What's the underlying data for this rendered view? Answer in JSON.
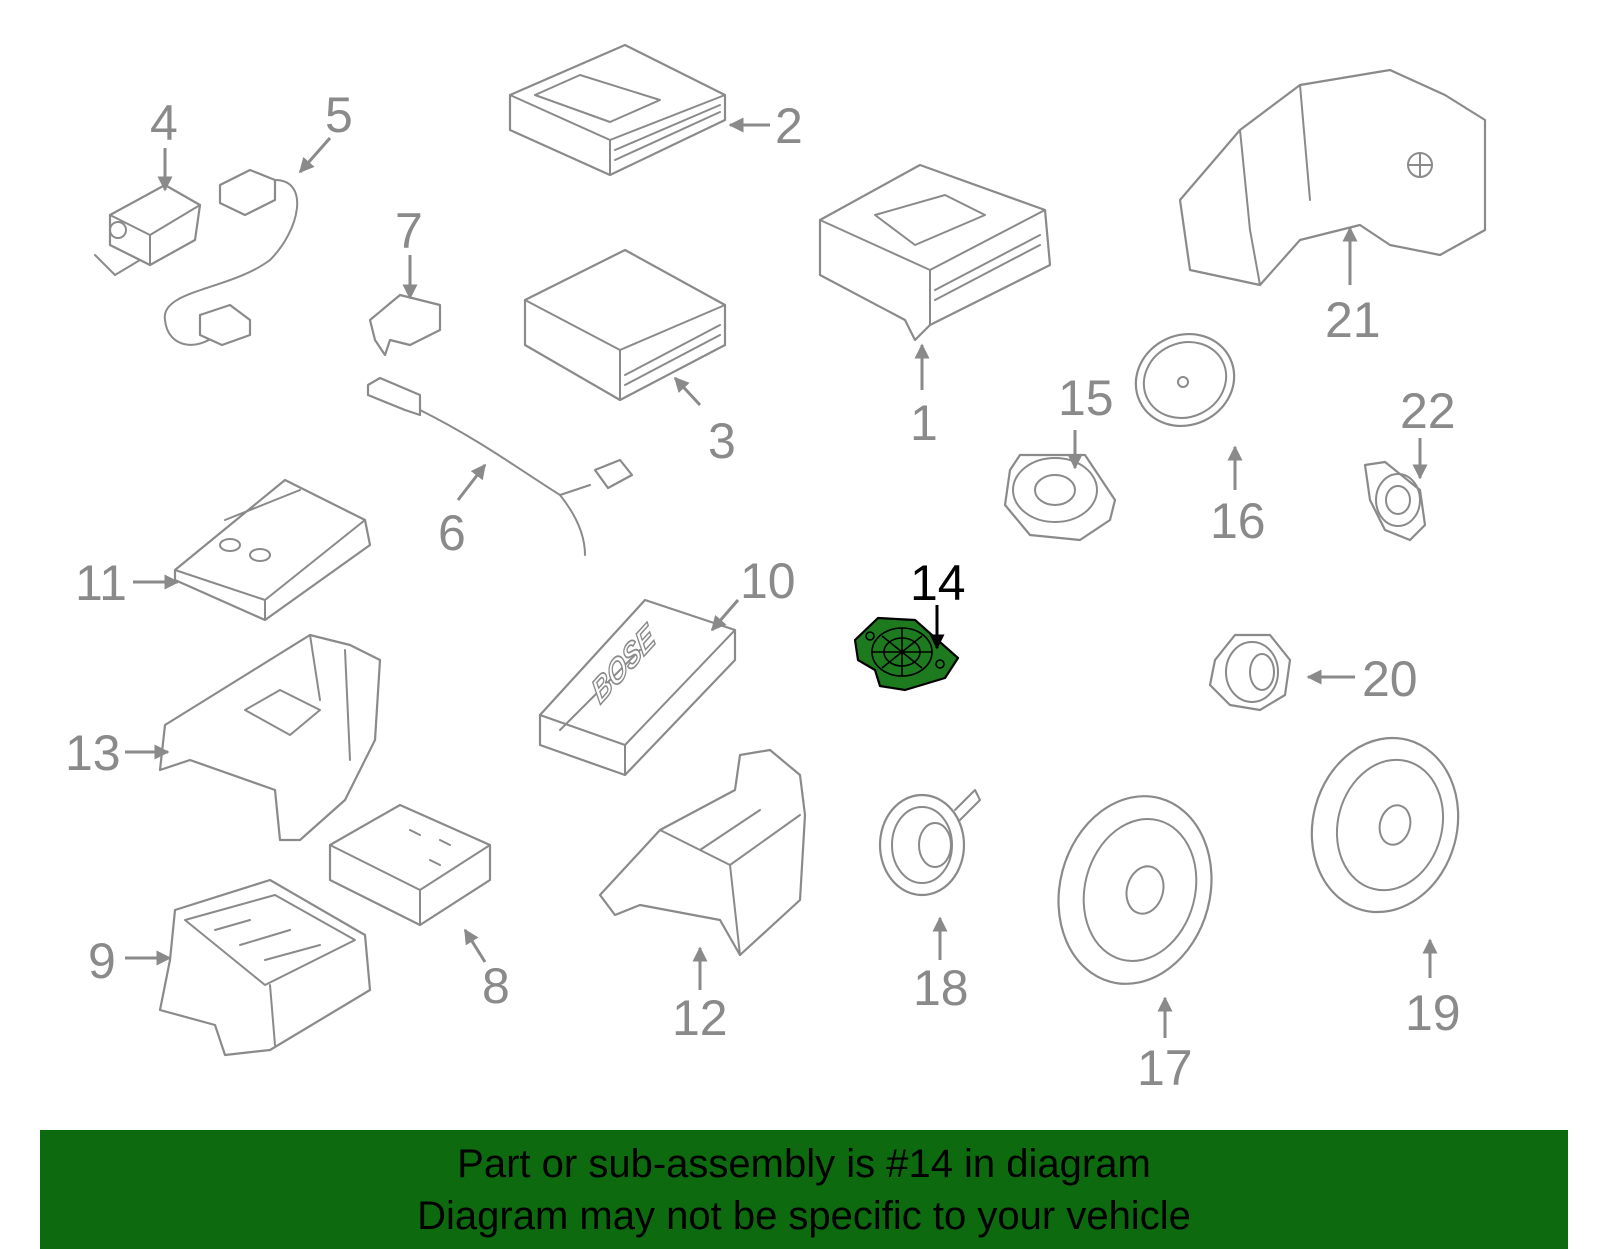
{
  "diagram": {
    "highlighted_part": "14",
    "callouts": [
      "1",
      "2",
      "3",
      "4",
      "5",
      "6",
      "7",
      "8",
      "9",
      "10",
      "11",
      "12",
      "13",
      "14",
      "15",
      "16",
      "17",
      "18",
      "19",
      "20",
      "21",
      "22"
    ],
    "brand_mark": "BOSE",
    "colors": {
      "line": "#8a8a8a",
      "highlight_fill": "#1e7a1e",
      "banner": "#0e6a0e"
    }
  },
  "banner": {
    "line1": "Part or sub-assembly is #14 in diagram",
    "line2": "Diagram may not be specific to your vehicle"
  }
}
